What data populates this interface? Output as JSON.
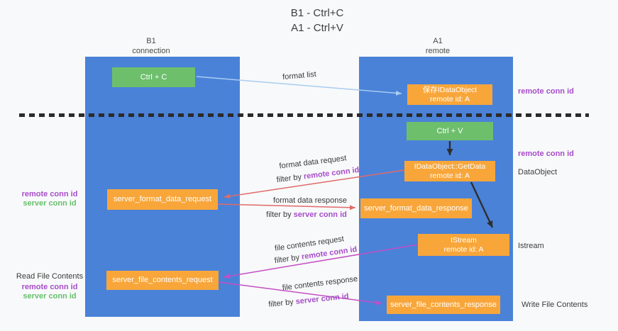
{
  "title": {
    "line1": "B1 - Ctrl+C",
    "line2": "A1 - Ctrl+V"
  },
  "columns": {
    "left": {
      "header": {
        "line1": "B1",
        "line2": "connection"
      }
    },
    "right": {
      "header": {
        "line1": "A1",
        "line2": "remote"
      }
    }
  },
  "nodes": {
    "ctrl_c": {
      "label": "Ctrl + C"
    },
    "saved_idataobject": {
      "line1": "保存IDataObject",
      "line2": "remote id: A"
    },
    "ctrl_v": {
      "label": "Ctrl + V"
    },
    "idataobject_getdata": {
      "line1": "IDataObject::GetData",
      "line2": "remote id: A"
    },
    "server_format_data_request": {
      "label": "server_format_data_request"
    },
    "server_format_data_response": {
      "label": "server_format_data_response"
    },
    "istream": {
      "line1": "IStream",
      "line2": "remote id: A"
    },
    "server_file_contents_request": {
      "label": "server_file_contents_request"
    },
    "server_file_contents_response": {
      "label": "server_file_contents_response"
    }
  },
  "arrow_labels": {
    "format_list": "format list",
    "format_data_request": "format data request",
    "format_data_request_filter_prefix": "filter by ",
    "format_data_request_filter_value": "remote conn id",
    "format_data_response": "format data response",
    "format_data_response_filter_prefix": "filter by ",
    "format_data_response_filter_value": "server conn id",
    "file_contents_request": "file contents request",
    "file_contents_request_filter_prefix": "filter by ",
    "file_contents_request_filter_value": "remote conn id",
    "file_contents_response": "file contents response",
    "file_contents_response_filter_prefix": "filter by ",
    "file_contents_response_filter_value": "server conn id"
  },
  "side_labels": {
    "right_top_remote_conn_id": "remote conn id",
    "right_mid_remote_conn_id": "remote conn id",
    "dataobject": "DataObject",
    "istream": "Istream",
    "write_file_contents": "Write File Contents",
    "read_file_contents": "Read File Contents",
    "left_format_remote_conn_id": "remote conn id",
    "left_format_server_conn_id": "server conn id",
    "left_file_remote_conn_id": "remote conn id",
    "left_file_server_conn_id": "server conn id"
  },
  "colors": {
    "column_blue": "#4a82d8",
    "node_green": "#6dbf6c",
    "node_orange": "#f8a63a",
    "arrow_light_blue": "#a8cdf0",
    "arrow_red": "#e06a6a",
    "arrow_magenta": "#c44fc4",
    "arrow_black": "#2e2e2e",
    "text_purple": "#a64dc8",
    "text_green": "#67bf6b",
    "background": "#f8f9fa"
  }
}
